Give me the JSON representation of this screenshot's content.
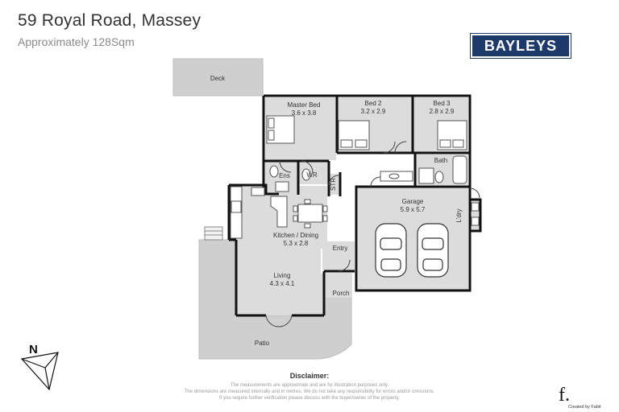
{
  "header": {
    "title": "59 Royal Road, Massey",
    "subtitle": "Approximately 128Sqm"
  },
  "logo": {
    "text": "BAYLEYS",
    "color": "#1d3a6b"
  },
  "rooms": {
    "deck": {
      "name": "Deck"
    },
    "master_bed": {
      "name": "Master Bed",
      "size": "3.6 x 3.8"
    },
    "bed2": {
      "name": "Bed 2",
      "size": "3.2 x 2.9"
    },
    "bed3": {
      "name": "Bed 3",
      "size": "2.8 x 2.9"
    },
    "bath": {
      "name": "Bath"
    },
    "ens": {
      "name": "Ens"
    },
    "wr": {
      "name": "WR"
    },
    "str": {
      "name": "STR"
    },
    "garage": {
      "name": "Garage",
      "size": "5.9 x 5.7"
    },
    "ldry": {
      "name": "L'dry"
    },
    "kitchen": {
      "name": "Kitchen / Dining",
      "size": "5.3 x 2.8"
    },
    "entry": {
      "name": "Entry"
    },
    "living": {
      "name": "Living",
      "size": "4.3 x 4.1"
    },
    "porch": {
      "name": "Porch"
    },
    "patio": {
      "name": "Patio"
    }
  },
  "compass": {
    "label": "N"
  },
  "disclaimer": {
    "heading": "Disclaimer:",
    "lines": [
      "The measurements are approximate and are for illustration purposes only.",
      "The dimensions are measured internally and in metres. We do not take any responsibility for errors and/or omissions.",
      "If you require further verification please discuss with the buyer/owner of the property."
    ]
  },
  "credit": {
    "mark": "f.",
    "text": "Created by Fabit"
  },
  "colors": {
    "room_fill": "#dcdcdc",
    "outdoor_fill": "#cfcfcf",
    "wall": "#111111"
  }
}
